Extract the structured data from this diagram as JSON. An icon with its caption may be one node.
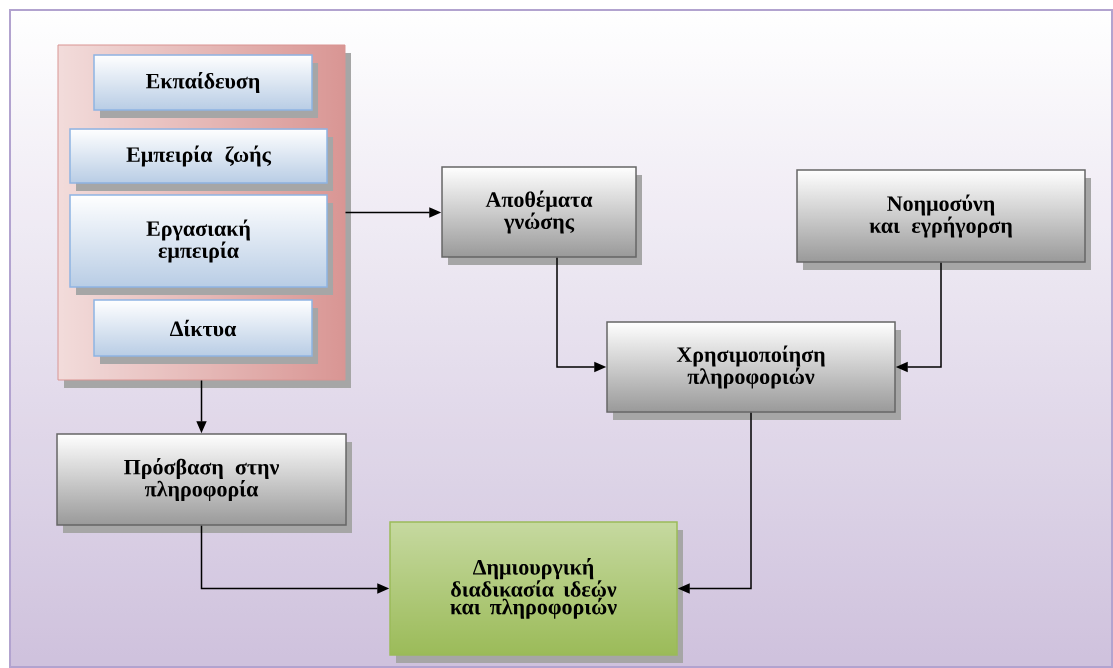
{
  "diagram": {
    "nodes": [
      {
        "text": [],
        "shape": "box"
      },
      {
        "text": [
          "Εκπαίδευση"
        ],
        "in": 0
      },
      {
        "text": [
          "Εμπειρία ζωής"
        ],
        "in": 0
      },
      {
        "text": [
          "Εργασιακή εμπειρία"
        ],
        "in": 0
      },
      {
        "text": [
          "Δίκτυα"
        ],
        "in": 0
      },
      {
        "text": [
          "Αποθέματα γνώσης"
        ]
      },
      {
        "text": [
          "Νοημοσύνη και εγρήγορση"
        ]
      },
      {
        "text": [
          "Χρησιμοποίηση πληροφοριών"
        ]
      },
      {
        "text": [
          "Πρόσβαση στην πληροφορία"
        ]
      },
      {
        "text": [
          "Δημιουργική διαδικασία ιδεών και πληροφοριών"
        ]
      }
    ],
    "edges": [
      {
        "from": 0,
        "to": 5,
        "arrow": "to"
      },
      {
        "from": 0,
        "to": 8,
        "arrow": "to"
      },
      {
        "from": 5,
        "to": 7,
        "arrow": "to"
      },
      {
        "from": 6,
        "to": 7,
        "arrow": "to"
      },
      {
        "from": 8,
        "to": 9,
        "arrow": "to"
      },
      {
        "from": 7,
        "to": 9,
        "arrow": "to"
      }
    ]
  }
}
